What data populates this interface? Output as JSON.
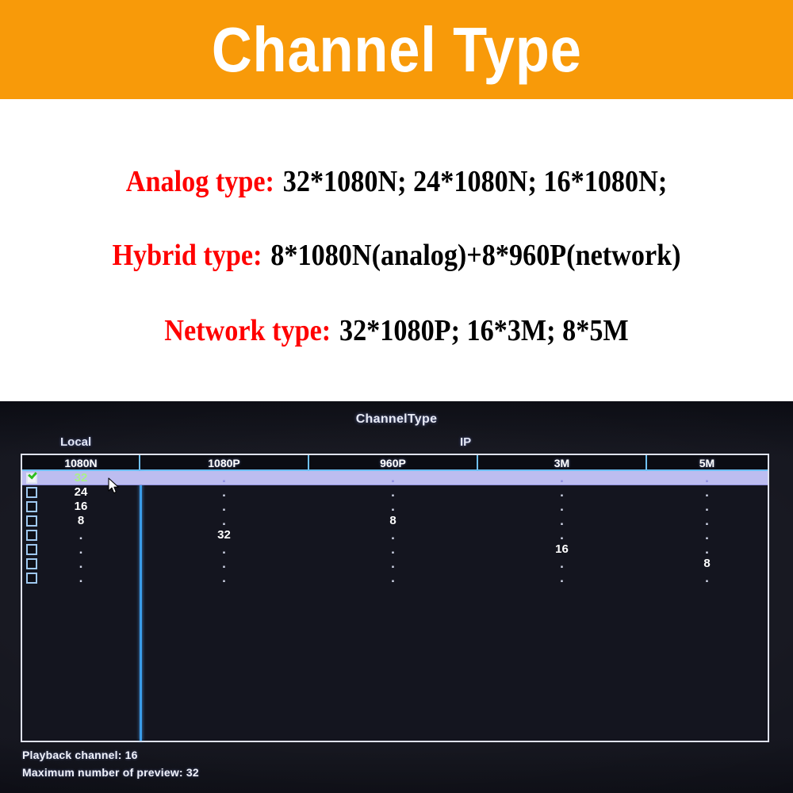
{
  "banner": {
    "title": "Channel Type",
    "background_color": "#f89a09",
    "text_color": "#ffffff"
  },
  "specs": {
    "label_color": "#ff0000",
    "value_color": "#000000",
    "lines": [
      {
        "label": "Analog type:",
        "value": "32*1080N; 24*1080N; 16*1080N;"
      },
      {
        "label": "Hybrid type:",
        "value": "8*1080N(analog)+8*960P(network)"
      },
      {
        "label": "Network type:",
        "value": "32*1080P;  16*3M;  8*5M"
      }
    ]
  },
  "dvr": {
    "title": "ChannelType",
    "group_labels": {
      "local": "Local",
      "ip": "IP"
    },
    "table": {
      "columns": [
        "1080N",
        "1080P",
        "960P",
        "3M",
        "5M"
      ],
      "rows": [
        {
          "checked": true,
          "values": [
            "32",
            ".",
            ".",
            ".",
            "."
          ]
        },
        {
          "checked": false,
          "values": [
            "24",
            ".",
            ".",
            ".",
            "."
          ]
        },
        {
          "checked": false,
          "values": [
            "16",
            ".",
            ".",
            ".",
            "."
          ]
        },
        {
          "checked": false,
          "values": [
            "8",
            ".",
            "8",
            ".",
            "."
          ]
        },
        {
          "checked": false,
          "values": [
            ".",
            "32",
            ".",
            ".",
            "."
          ]
        },
        {
          "checked": false,
          "values": [
            ".",
            ".",
            ".",
            "16",
            "."
          ]
        },
        {
          "checked": false,
          "values": [
            ".",
            ".",
            ".",
            ".",
            "8"
          ]
        },
        {
          "checked": false,
          "values": [
            ".",
            ".",
            ".",
            ".",
            "."
          ]
        }
      ]
    },
    "footer": {
      "playback": "Playback channel: 16",
      "preview": "Maximum number of preview: 32"
    },
    "highlight_color": "#bdbdf0",
    "selected_text_color": "#a9f08a",
    "divider_color": "#3a9ce8"
  }
}
